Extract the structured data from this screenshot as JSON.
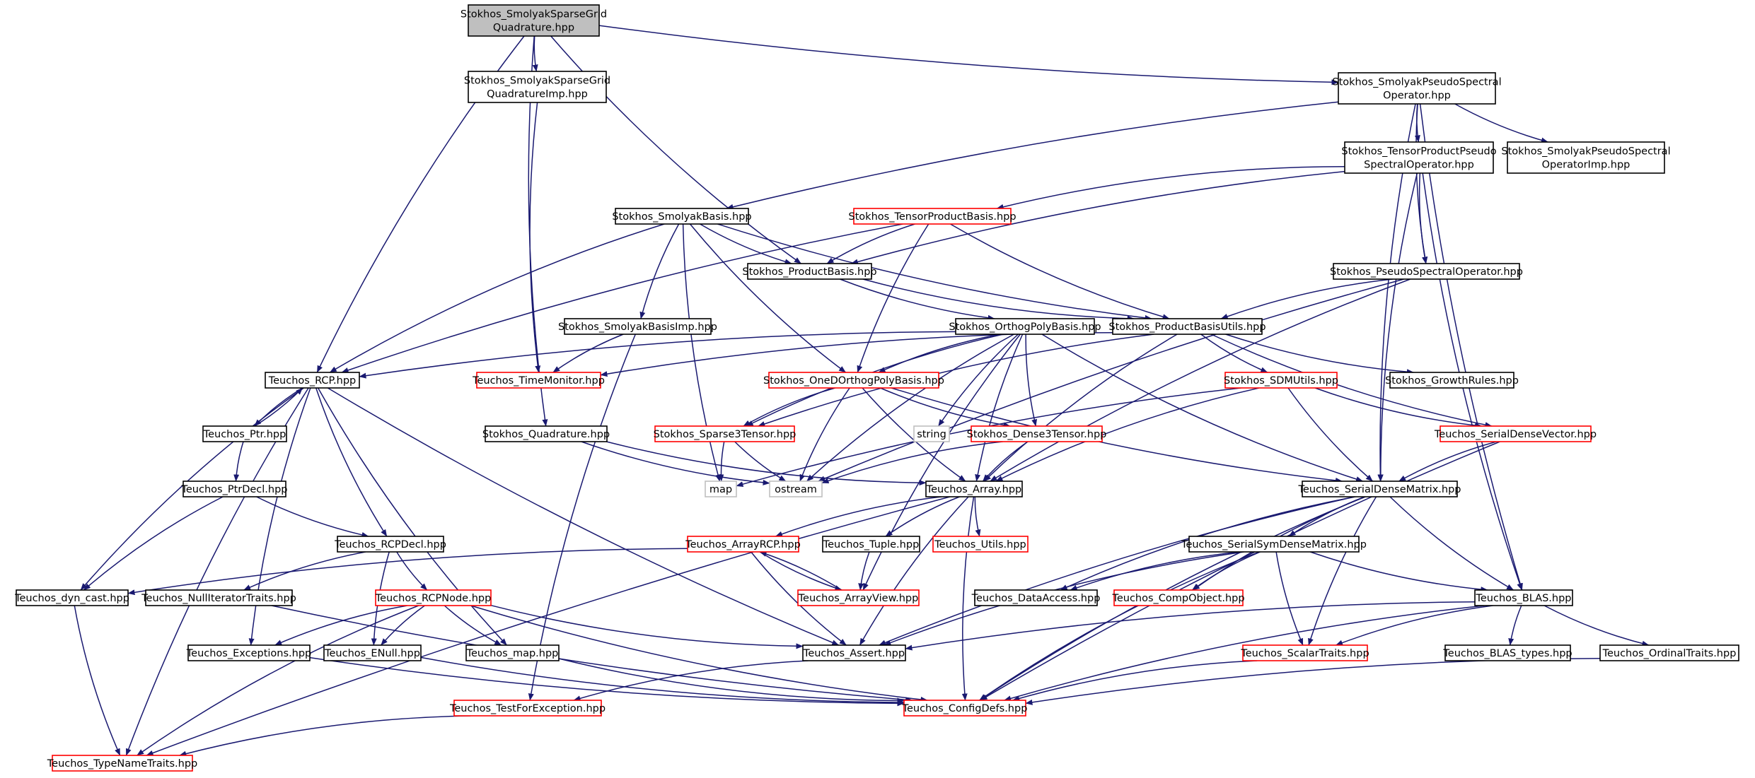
{
  "colors": {
    "edge": "#191970",
    "border_normal": "#000000",
    "border_red": "#ff0000",
    "border_gray": "#bfbfbf",
    "root_fill": "#bfbfbf",
    "text": "#000000"
  },
  "nodes": [
    {
      "id": "sgq",
      "lines": [
        "Stokhos_SmolyakSparseGrid",
        "Quadrature.hpp"
      ],
      "style": "root"
    },
    {
      "id": "sgqi",
      "lines": [
        "Stokhos_SmolyakSparseGrid",
        "QuadratureImp.hpp"
      ],
      "style": "normal"
    },
    {
      "id": "spso",
      "lines": [
        "Stokhos_SmolyakPseudoSpectral",
        "Operator.hpp"
      ],
      "style": "normal"
    },
    {
      "id": "tpps",
      "lines": [
        "Stokhos_TensorProductPseudo",
        "SpectralOperator.hpp"
      ],
      "style": "normal"
    },
    {
      "id": "spsoi",
      "lines": [
        "Stokhos_SmolyakPseudoSpectral",
        "OperatorImp.hpp"
      ],
      "style": "normal"
    },
    {
      "id": "sbasis",
      "lines": [
        "Stokhos_SmolyakBasis.hpp"
      ],
      "style": "normal"
    },
    {
      "id": "tpb",
      "lines": [
        "Stokhos_TensorProductBasis.hpp"
      ],
      "style": "red"
    },
    {
      "id": "pb",
      "lines": [
        "Stokhos_ProductBasis.hpp"
      ],
      "style": "normal"
    },
    {
      "id": "pso",
      "lines": [
        "Stokhos_PseudoSpectralOperator.hpp"
      ],
      "style": "normal"
    },
    {
      "id": "sbi",
      "lines": [
        "Stokhos_SmolyakBasisImp.hpp"
      ],
      "style": "normal"
    },
    {
      "id": "opb",
      "lines": [
        "Stokhos_OrthogPolyBasis.hpp"
      ],
      "style": "normal"
    },
    {
      "id": "pbu",
      "lines": [
        "Stokhos_ProductBasisUtils.hpp"
      ],
      "style": "normal"
    },
    {
      "id": "rcp",
      "lines": [
        "Teuchos_RCP.hpp"
      ],
      "style": "normal"
    },
    {
      "id": "tm",
      "lines": [
        "Teuchos_TimeMonitor.hpp"
      ],
      "style": "red"
    },
    {
      "id": "odopb",
      "lines": [
        "Stokhos_OneDOrthogPolyBasis.hpp"
      ],
      "style": "red"
    },
    {
      "id": "sdmu",
      "lines": [
        "Stokhos_SDMUtils.hpp"
      ],
      "style": "red"
    },
    {
      "id": "gr",
      "lines": [
        "Stokhos_GrowthRules.hpp"
      ],
      "style": "normal"
    },
    {
      "id": "ptr",
      "lines": [
        "Teuchos_Ptr.hpp"
      ],
      "style": "normal"
    },
    {
      "id": "quad",
      "lines": [
        "Stokhos_Quadrature.hpp"
      ],
      "style": "normal"
    },
    {
      "id": "s3t",
      "lines": [
        "Stokhos_Sparse3Tensor.hpp"
      ],
      "style": "red"
    },
    {
      "id": "str",
      "lines": [
        "string"
      ],
      "style": "gray"
    },
    {
      "id": "d3t",
      "lines": [
        "Stokhos_Dense3Tensor.hpp"
      ],
      "style": "red"
    },
    {
      "id": "sdv",
      "lines": [
        "Teuchos_SerialDenseVector.hpp"
      ],
      "style": "red"
    },
    {
      "id": "ptrdecl",
      "lines": [
        "Teuchos_PtrDecl.hpp"
      ],
      "style": "normal"
    },
    {
      "id": "map",
      "lines": [
        "map"
      ],
      "style": "gray"
    },
    {
      "id": "ostream",
      "lines": [
        "ostream"
      ],
      "style": "gray"
    },
    {
      "id": "arr",
      "lines": [
        "Teuchos_Array.hpp"
      ],
      "style": "normal"
    },
    {
      "id": "sdm",
      "lines": [
        "Teuchos_SerialDenseMatrix.hpp"
      ],
      "style": "normal"
    },
    {
      "id": "rcpdecl",
      "lines": [
        "Teuchos_RCPDecl.hpp"
      ],
      "style": "normal"
    },
    {
      "id": "arcp",
      "lines": [
        "Teuchos_ArrayRCP.hpp"
      ],
      "style": "red"
    },
    {
      "id": "tuple",
      "lines": [
        "Teuchos_Tuple.hpp"
      ],
      "style": "normal"
    },
    {
      "id": "utils",
      "lines": [
        "Teuchos_Utils.hpp"
      ],
      "style": "red"
    },
    {
      "id": "ssdm",
      "lines": [
        "Teuchos_SerialSymDenseMatrix.hpp"
      ],
      "style": "normal"
    },
    {
      "id": "dyn",
      "lines": [
        "Teuchos_dyn_cast.hpp"
      ],
      "style": "normal"
    },
    {
      "id": "nit",
      "lines": [
        "Teuchos_NullIteratorTraits.hpp"
      ],
      "style": "normal"
    },
    {
      "id": "rcpnode",
      "lines": [
        "Teuchos_RCPNode.hpp"
      ],
      "style": "red"
    },
    {
      "id": "av",
      "lines": [
        "Teuchos_ArrayView.hpp"
      ],
      "style": "red"
    },
    {
      "id": "da",
      "lines": [
        "Teuchos_DataAccess.hpp"
      ],
      "style": "normal"
    },
    {
      "id": "co",
      "lines": [
        "Teuchos_CompObject.hpp"
      ],
      "style": "red"
    },
    {
      "id": "blas",
      "lines": [
        "Teuchos_BLAS.hpp"
      ],
      "style": "normal"
    },
    {
      "id": "exc",
      "lines": [
        "Teuchos_Exceptions.hpp"
      ],
      "style": "normal"
    },
    {
      "id": "enull",
      "lines": [
        "Teuchos_ENull.hpp"
      ],
      "style": "normal"
    },
    {
      "id": "tmap",
      "lines": [
        "Teuchos_map.hpp"
      ],
      "style": "normal"
    },
    {
      "id": "assert",
      "lines": [
        "Teuchos_Assert.hpp"
      ],
      "style": "normal"
    },
    {
      "id": "st",
      "lines": [
        "Teuchos_ScalarTraits.hpp"
      ],
      "style": "red"
    },
    {
      "id": "blast",
      "lines": [
        "Teuchos_BLAS_types.hpp"
      ],
      "style": "normal"
    },
    {
      "id": "ot",
      "lines": [
        "Teuchos_OrdinalTraits.hpp"
      ],
      "style": "normal"
    },
    {
      "id": "tfe",
      "lines": [
        "Teuchos_TestForException.hpp"
      ],
      "style": "red"
    },
    {
      "id": "cd",
      "lines": [
        "Teuchos_ConfigDefs.hpp"
      ],
      "style": "red"
    },
    {
      "id": "tnt",
      "lines": [
        "Teuchos_TypeNameTraits.hpp"
      ],
      "style": "red"
    }
  ],
  "edges": [
    [
      "sgq",
      "sgqi"
    ],
    [
      "sgq",
      "spso"
    ],
    [
      "sgq",
      "pb"
    ],
    [
      "sgq",
      "rcp"
    ],
    [
      "sgq",
      "quad"
    ],
    [
      "sgqi",
      "tm"
    ],
    [
      "spso",
      "sbasis"
    ],
    [
      "spso",
      "tpps"
    ],
    [
      "spso",
      "spsoi"
    ],
    [
      "spso",
      "pso"
    ],
    [
      "spso",
      "sdm"
    ],
    [
      "spso",
      "blas"
    ],
    [
      "tpps",
      "tpb"
    ],
    [
      "tpps",
      "pso"
    ],
    [
      "tpps",
      "pb"
    ],
    [
      "tpps",
      "sdm"
    ],
    [
      "tpps",
      "blas"
    ],
    [
      "sbasis",
      "pb"
    ],
    [
      "sbasis",
      "sbi"
    ],
    [
      "sbasis",
      "rcp"
    ],
    [
      "sbasis",
      "odopb"
    ],
    [
      "sbasis",
      "pbu"
    ],
    [
      "sbasis",
      "map"
    ],
    [
      "tpb",
      "pb"
    ],
    [
      "tpb",
      "pbu"
    ],
    [
      "tpb",
      "odopb"
    ],
    [
      "tpb",
      "rcp"
    ],
    [
      "pb",
      "opb"
    ],
    [
      "pb",
      "pbu"
    ],
    [
      "pso",
      "pbu"
    ],
    [
      "pso",
      "arr"
    ],
    [
      "pso",
      "ostream"
    ],
    [
      "sbi",
      "tm"
    ],
    [
      "sbi",
      "tfe"
    ],
    [
      "opb",
      "rcp"
    ],
    [
      "opb",
      "odopb"
    ],
    [
      "opb",
      "s3t"
    ],
    [
      "opb",
      "d3t"
    ],
    [
      "opb",
      "str"
    ],
    [
      "opb",
      "sdm"
    ],
    [
      "opb",
      "arr"
    ],
    [
      "opb",
      "ostream"
    ],
    [
      "opb",
      "av"
    ],
    [
      "pbu",
      "tm"
    ],
    [
      "pbu",
      "sdmu"
    ],
    [
      "pbu",
      "gr"
    ],
    [
      "pbu",
      "sdv"
    ],
    [
      "pbu",
      "arr"
    ],
    [
      "pbu",
      "s3t"
    ],
    [
      "odopb",
      "s3t"
    ],
    [
      "odopb",
      "d3t"
    ],
    [
      "odopb",
      "arr"
    ],
    [
      "odopb",
      "sdm"
    ],
    [
      "odopb",
      "ostream"
    ],
    [
      "sdmu",
      "sdm"
    ],
    [
      "sdmu",
      "sdv"
    ],
    [
      "sdmu",
      "map"
    ],
    [
      "sdmu",
      "arr"
    ],
    [
      "rcp",
      "ptr"
    ],
    [
      "rcp",
      "rcpdecl"
    ],
    [
      "rcp",
      "dyn"
    ],
    [
      "rcp",
      "tmap"
    ],
    [
      "rcp",
      "exc"
    ],
    [
      "rcp",
      "assert"
    ],
    [
      "rcp",
      "tnt"
    ],
    [
      "ptr",
      "rcp"
    ],
    [
      "ptr",
      "ptrdecl"
    ],
    [
      "ptrdecl",
      "rcpdecl"
    ],
    [
      "ptrdecl",
      "dyn"
    ],
    [
      "quad",
      "ostream"
    ],
    [
      "quad",
      "arr"
    ],
    [
      "s3t",
      "map"
    ],
    [
      "s3t",
      "ostream"
    ],
    [
      "d3t",
      "arr"
    ],
    [
      "d3t",
      "ostream"
    ],
    [
      "sdv",
      "sdm"
    ],
    [
      "sdv",
      "cd"
    ],
    [
      "arr",
      "arcp"
    ],
    [
      "arr",
      "tuple"
    ],
    [
      "arr",
      "utils"
    ],
    [
      "arr",
      "assert"
    ],
    [
      "arr",
      "tnt"
    ],
    [
      "arr",
      "cd"
    ],
    [
      "sdm",
      "ssdm"
    ],
    [
      "sdm",
      "da"
    ],
    [
      "sdm",
      "co"
    ],
    [
      "sdm",
      "blas"
    ],
    [
      "sdm",
      "assert"
    ],
    [
      "sdm",
      "st"
    ],
    [
      "sdm",
      "cd"
    ],
    [
      "rcpdecl",
      "rcpnode"
    ],
    [
      "rcpdecl",
      "nit"
    ],
    [
      "rcpdecl",
      "enull"
    ],
    [
      "arcp",
      "av"
    ],
    [
      "arcp",
      "assert"
    ],
    [
      "arcp",
      "dyn"
    ],
    [
      "av",
      "arcp"
    ],
    [
      "tuple",
      "av"
    ],
    [
      "ssdm",
      "da"
    ],
    [
      "ssdm",
      "co"
    ],
    [
      "ssdm",
      "blas"
    ],
    [
      "ssdm",
      "assert"
    ],
    [
      "ssdm",
      "st"
    ],
    [
      "ssdm",
      "cd"
    ],
    [
      "dyn",
      "tnt"
    ],
    [
      "nit",
      "cd"
    ],
    [
      "rcpnode",
      "exc"
    ],
    [
      "rcpnode",
      "enull"
    ],
    [
      "rcpnode",
      "tmap"
    ],
    [
      "rcpnode",
      "assert"
    ],
    [
      "rcpnode",
      "tnt"
    ],
    [
      "rcpnode",
      "cd"
    ],
    [
      "blas",
      "blast"
    ],
    [
      "blas",
      "ot"
    ],
    [
      "blas",
      "st"
    ],
    [
      "blas",
      "assert"
    ],
    [
      "blas",
      "cd"
    ],
    [
      "exc",
      "cd"
    ],
    [
      "enull",
      "cd"
    ],
    [
      "tmap",
      "cd"
    ],
    [
      "assert",
      "tfe"
    ],
    [
      "st",
      "cd"
    ],
    [
      "ot",
      "cd"
    ],
    [
      "tfe",
      "tnt"
    ]
  ]
}
